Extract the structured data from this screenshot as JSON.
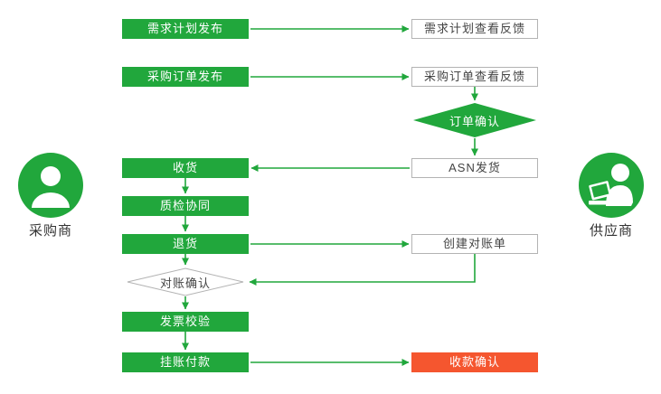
{
  "diagram": {
    "buyer_actor": {
      "label": "采购商"
    },
    "supplier_actor": {
      "label": "供应商"
    },
    "nodes": {
      "demand_plan_publish": "需求计划发布",
      "demand_plan_feedback": "需求计划查看反馈",
      "po_publish": "采购订单发布",
      "po_feedback": "采购订单查看反馈",
      "order_confirm": "订单确认",
      "asn_ship": "ASN发货",
      "receive_goods": "收货",
      "quality_collab": "质检协同",
      "return_goods": "退货",
      "create_statement": "创建对账单",
      "statement_confirm": "对账确认",
      "invoice_check": "发票校验",
      "pending_payment": "挂账付款",
      "payment_confirm": "收款确认"
    },
    "colors": {
      "green": "#21a73c",
      "red": "#f5562f",
      "border_gray": "#b3b3b3",
      "text_dark": "#444444"
    }
  }
}
